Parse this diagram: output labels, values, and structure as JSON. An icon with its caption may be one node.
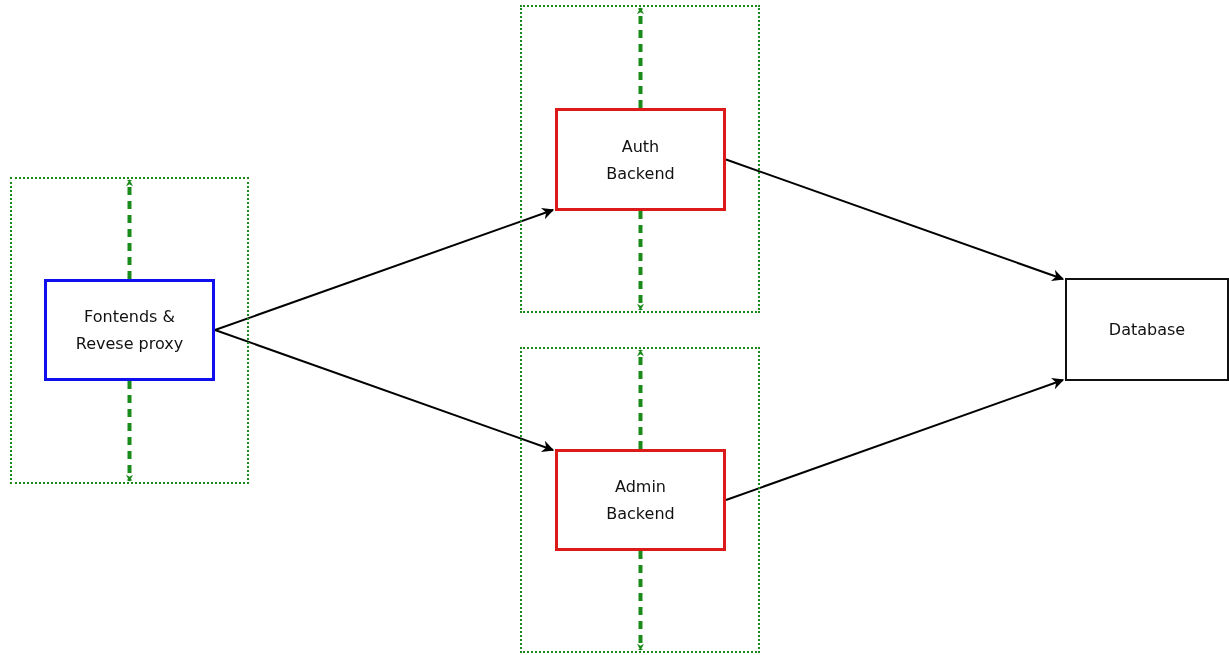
{
  "diagram": {
    "nodes": [
      {
        "text": [],
        "shape": "box"
      },
      {
        "text": [
          "Fontends & Revese proxy"
        ],
        "in": 0
      },
      {
        "text": [],
        "shape": "box"
      },
      {
        "text": [
          "Auth Backend"
        ],
        "in": 2
      },
      {
        "text": [],
        "shape": "box"
      },
      {
        "text": [
          "Admin Backend"
        ],
        "in": 4
      },
      {
        "text": [
          "Database"
        ]
      }
    ],
    "edges": [
      {
        "from": 1,
        "to": 3,
        "arrow": "to",
        "color": "#000000"
      },
      {
        "from": 1,
        "to": 5,
        "arrow": "to",
        "color": "#000000"
      },
      {
        "from": 3,
        "to": 6,
        "arrow": "to",
        "color": "#000000"
      },
      {
        "from": 5,
        "to": 6,
        "arrow": "to",
        "color": "#000000"
      },
      {
        "from": 1,
        "to": 0,
        "arrow": "to",
        "style": "dashed"
      },
      {
        "from": 1,
        "to": 0,
        "arrow": "to",
        "style": "dashed"
      },
      {
        "from": 3,
        "to": 2,
        "arrow": "to",
        "style": "dashed"
      },
      {
        "from": 3,
        "to": 2,
        "arrow": "to",
        "style": "dashed"
      },
      {
        "from": 5,
        "to": 4,
        "arrow": "to",
        "style": "dashed"
      },
      {
        "from": 5,
        "to": 4,
        "arrow": "to",
        "style": "dashed"
      }
    ]
  }
}
